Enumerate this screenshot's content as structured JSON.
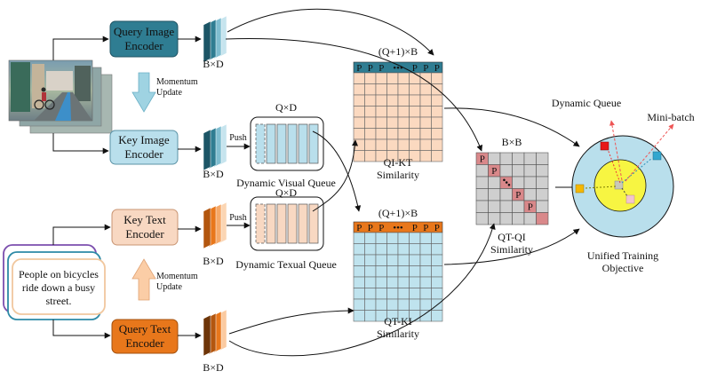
{
  "encoders": {
    "query_image": "Query Image\nEncoder",
    "key_image": "Key Image\nEncoder",
    "key_text": "Key Text\nEncoder",
    "query_text": "Query Text\nEncoder"
  },
  "labels": {
    "bxd": "B×D",
    "qxd": "Q×D",
    "push": "Push",
    "momentum_update": "Momentum\nUpdate",
    "q1b": "(Q+1)×B",
    "bxb": "B×B",
    "p": "P",
    "dots": "•••",
    "dynamic_visual_queue": "Dynamic Visual Queue",
    "dynamic_textual_queue": "Dynamic Texual Queue",
    "qi_kt": "QI-KT\nSimilarity",
    "qt_ki": "QT-KI\nSimilarity",
    "qt_qi": "QT-QI\nSimilarity",
    "unified": "Unified Training\nObjective",
    "dynamic_queue": "Dynamic Queue",
    "mini_batch": "Mini-batch"
  },
  "caption": "People on bicycles\nride down a busy\nstreet.",
  "colors": {
    "query_image_fill": "#2f7d92",
    "key_image_fill": "#b9dfec",
    "key_text_fill": "#f8d8c2",
    "query_text_fill": "#e8771b",
    "qi_kt_cell": "#fbd9c0",
    "qt_ki_cell": "#bfe3ee",
    "outer_circle": "#b9dfec",
    "inner_circle": "#f7f542"
  }
}
